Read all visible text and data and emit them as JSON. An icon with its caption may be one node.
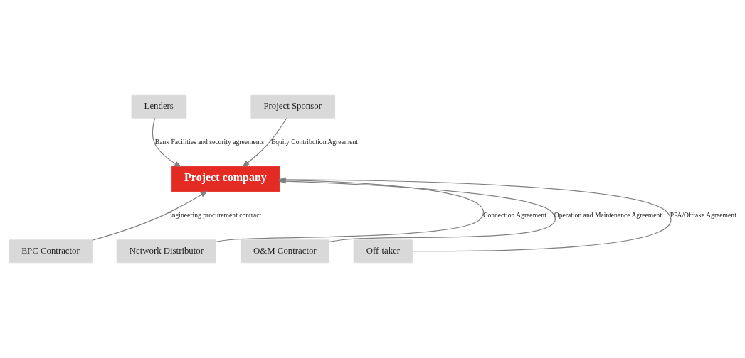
{
  "diagram": {
    "nodes": [
      {
        "text": [
          "Project company"
        ]
      },
      {
        "text": [
          "Lenders"
        ]
      },
      {
        "text": [
          "Project Sponsor"
        ]
      },
      {
        "text": [
          "EPC Contractor"
        ]
      },
      {
        "text": [
          "Network Distributor"
        ]
      },
      {
        "text": [
          "O&M Contractor"
        ]
      },
      {
        "text": [
          "Off-taker"
        ]
      }
    ],
    "edges": [
      {
        "from": 1,
        "to": 0,
        "arrow": "to",
        "label": "Bank Facilities and security agreements"
      },
      {
        "from": 2,
        "to": 0,
        "arrow": "to",
        "label": "Equity Contribution Agreement"
      },
      {
        "from": 3,
        "to": 0,
        "arrow": "to",
        "label": "Engineering procurement contract"
      },
      {
        "from": 4,
        "to": 0,
        "arrow": "to",
        "label": "Connection Agreement"
      },
      {
        "from": 5,
        "to": 0,
        "arrow": "to",
        "label": "Operation and Maintenance Agreement"
      },
      {
        "from": 6,
        "to": 0,
        "arrow": "to",
        "label": "PPA/Offtake Agreement"
      }
    ]
  }
}
